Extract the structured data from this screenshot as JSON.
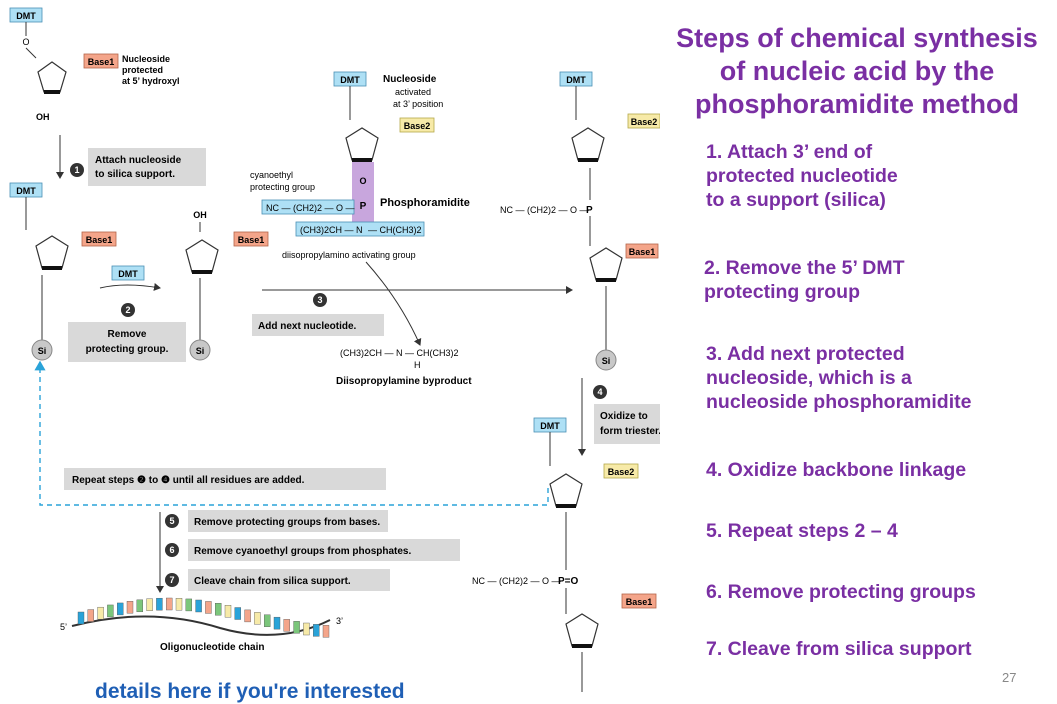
{
  "title": "Steps of chemical synthesis of nucleic acid by the phosphoramidite method",
  "steps": [
    "1.   Attach 3’ end of\nprotected nucleotide\nto a support (silica)",
    "2. Remove the 5’ DMT\nprotecting group",
    "3. Add next protected\nnucleoside, which is a\nnucleoside phosphoramidite",
    "4. Oxidize backbone linkage",
    "5. Repeat steps 2 – 4",
    "6. Remove protecting groups",
    "7. Cleave from silica support"
  ],
  "bottom_note": "details here if you're interested",
  "page_number": "27",
  "diagram": {
    "dmt": "DMT",
    "base1": "Base1",
    "base2": "Base2",
    "si": "Si",
    "nucleoside_protected": [
      "Nucleoside",
      "protected",
      "at 5’ hydroxyl"
    ],
    "nucleoside_activated": [
      "Nucleoside",
      "activated",
      "at 3’ position"
    ],
    "cyanoethyl": [
      "cyanoethyl",
      "protecting group"
    ],
    "phosphoramidite": "Phosphoramidite",
    "diisopropylamino": "diisopropylamino activating group",
    "step1_label": [
      "Attach nucleoside",
      "to silica support."
    ],
    "step2_label": [
      "Remove",
      "protecting group."
    ],
    "step3_label": "Add next nucleotide.",
    "step4_label": [
      "Oxidize to",
      "form triester."
    ],
    "byproduct_formula": "(CH3)2CH — N — CH(CH3)2",
    "byproduct_h": "H",
    "byproduct_label": "Diisopropylamine byproduct",
    "repeat_label": "Repeat steps ❷ to ❹ until all residues are added.",
    "step5_label": "Remove protecting groups from bases.",
    "step6_label": "Remove cyanoethyl groups from phosphates.",
    "step7_label": "Cleave chain from silica support.",
    "oligo_label": "Oligonucleotide chain",
    "five_prime": "5’",
    "three_prime": "3’",
    "nc_chain": "NC — (CH2)2 — O —",
    "amine_left": "(CH3)2CH — N",
    "amine_right": "— CH(CH3)2",
    "num1": "1",
    "num2": "2",
    "num3": "3",
    "num4": "4",
    "num5": "5",
    "num6": "6",
    "num7": "7"
  },
  "colors": {
    "title": "#7a2fa3",
    "dmt_box": "#aee0f5",
    "base1_box": "#f4a58a",
    "base2_box": "#f7eaa8",
    "phosphorus_box": "#c8a6dd",
    "label_box": "#d9d9d9",
    "si_circle": "#c8c8c8",
    "dashed_arrow": "#2aa3d9",
    "note": "#1f5fb5"
  }
}
